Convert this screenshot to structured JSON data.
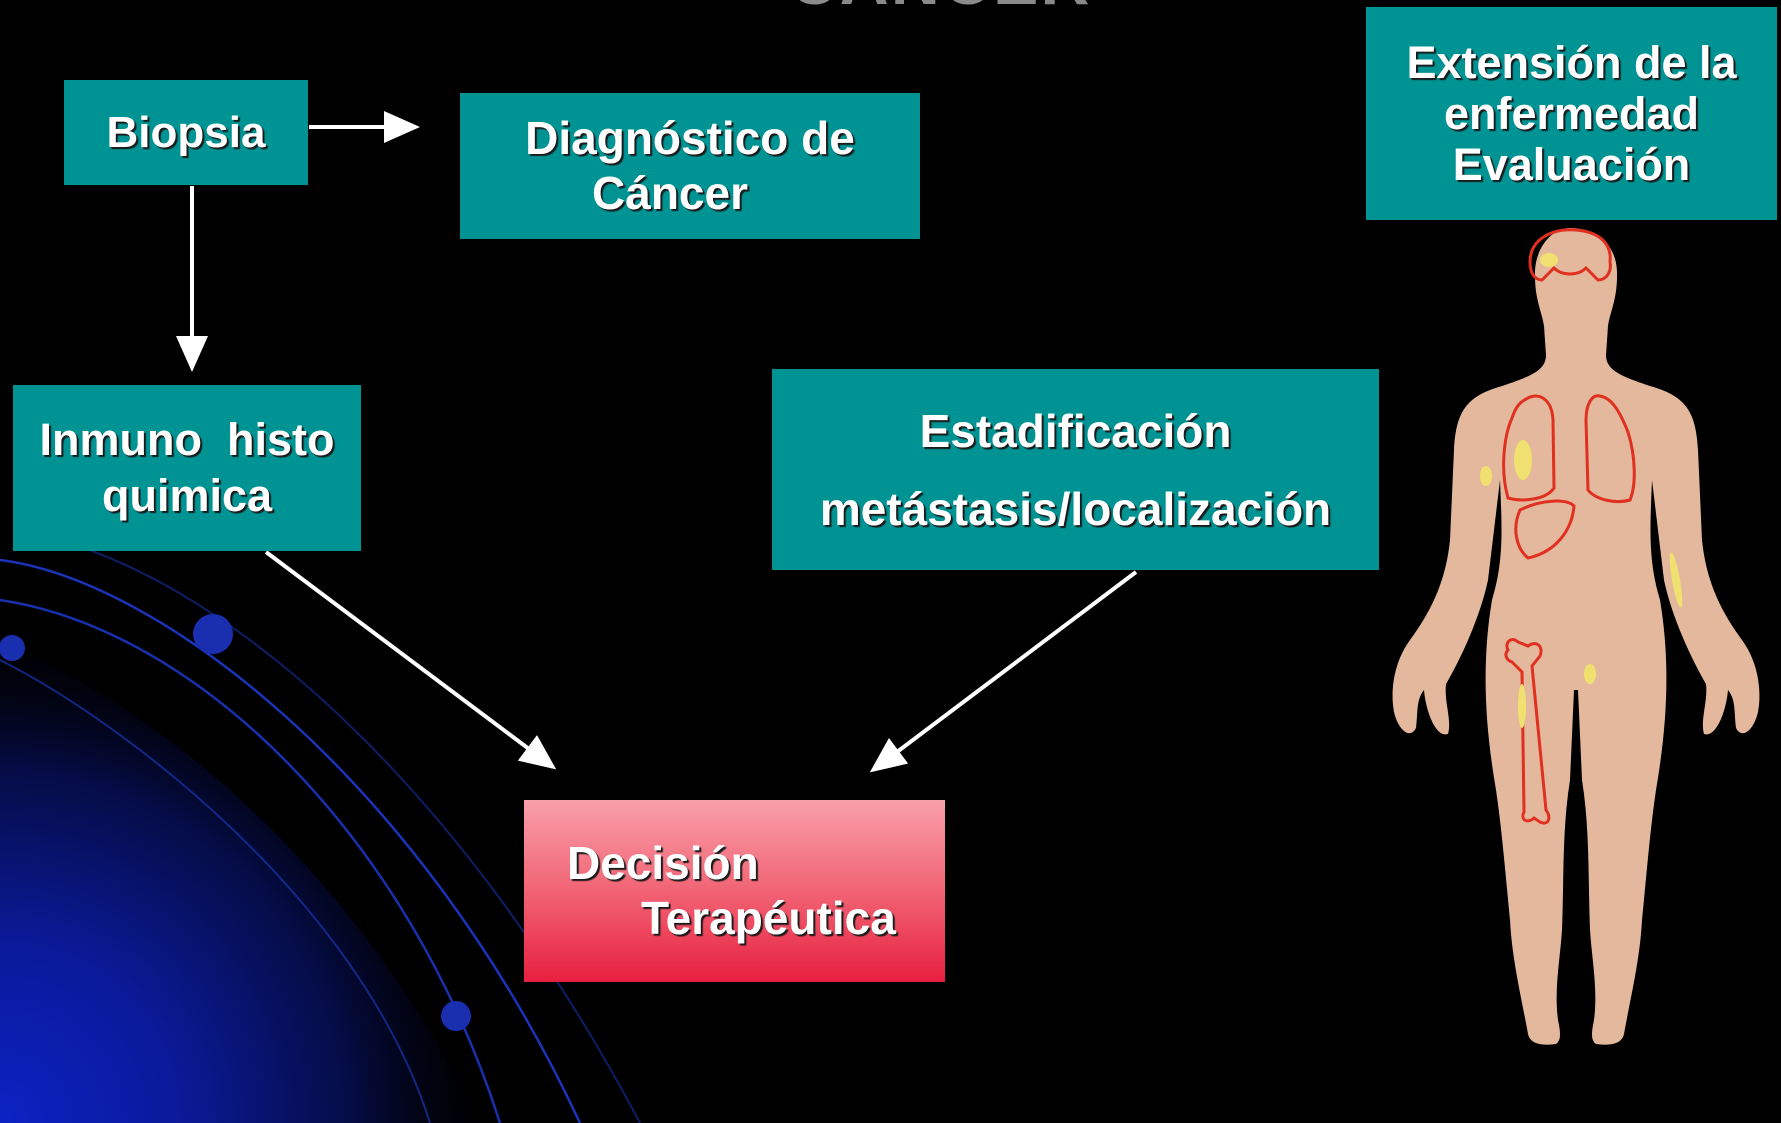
{
  "slide": {
    "title_partial": "CÁNCER"
  },
  "diagram": {
    "nodes": {
      "biopsia": {
        "lines": [
          "Biopsia"
        ]
      },
      "diagnostico": {
        "lines": [
          "Diagnóstico de",
          "Cáncer"
        ]
      },
      "inmuno": {
        "lines": [
          "Inmuno  histo",
          "quimica"
        ]
      },
      "estadificacion": {
        "lines": [
          "Estadificación",
          "metástasis/localización"
        ]
      },
      "extension": {
        "lines": [
          "Extensión de la",
          "enfermedad",
          "Evaluación"
        ]
      },
      "decision": {
        "lines": [
          "Decisión",
          "Terapéutica"
        ]
      }
    },
    "edges": [
      {
        "from": "biopsia",
        "to": "diagnostico"
      },
      {
        "from": "biopsia",
        "to": "inmuno"
      },
      {
        "from": "inmuno",
        "to": "decision"
      },
      {
        "from": "estadificacion",
        "to": "decision"
      }
    ]
  },
  "colors": {
    "box_teal": "#009393",
    "decision_top": "#f9a0aa",
    "decision_bottom": "#e8203f",
    "arrow": "#ffffff",
    "body_skin": "#e4b89c",
    "organ_outline": "#e03020",
    "lesion_yellow": "#f0e070",
    "background": "#000000",
    "glow_blue": "#0a1fb0"
  },
  "illustration": {
    "name": "human-body-figure",
    "organs": [
      "brain",
      "right-lung",
      "left-lung",
      "liver",
      "femur"
    ]
  }
}
